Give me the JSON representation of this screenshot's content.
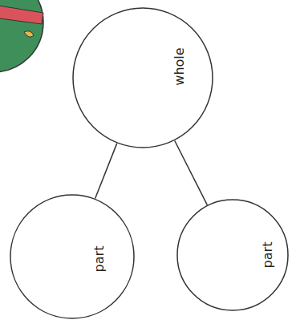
{
  "diagram": {
    "nodes": [
      {
        "text": [
          "whole"
        ]
      },
      {
        "text": [
          "part"
        ]
      },
      {
        "text": [
          "part"
        ]
      }
    ],
    "edges": [
      {
        "from": 0,
        "to": 1,
        "arrow": "none"
      },
      {
        "from": 0,
        "to": 2,
        "arrow": "none"
      }
    ]
  }
}
